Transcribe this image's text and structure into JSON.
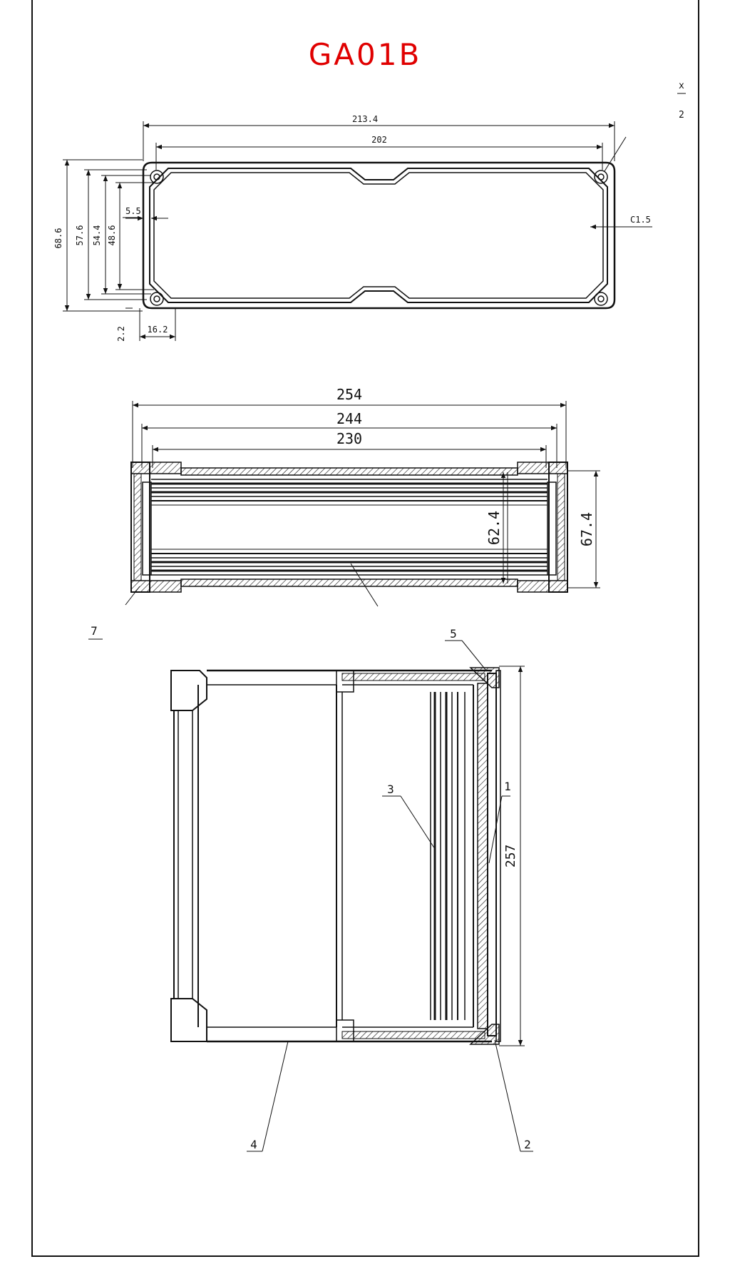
{
  "title": "GA01B",
  "corner_marks": [
    "x",
    "2"
  ],
  "top_view": {
    "dims": {
      "overall_width": "213.4",
      "hole_spacing": "202",
      "overall_height": "68.6",
      "inner_height_1": "57.6",
      "inner_height_2": "54.4",
      "inner_height_3": "48.6",
      "wall_offset": "5.5",
      "chamfer": "C1.5",
      "corner_offset": "2.2",
      "corner_width": "16.2"
    }
  },
  "side_view": {
    "dims": {
      "overall_length": "254",
      "length_2": "244",
      "length_3": "230",
      "inner_height": "62.4",
      "outer_height": "67.4"
    },
    "callouts": {
      "part_7": "7"
    }
  },
  "front_view": {
    "dims": {
      "total_height": "257"
    },
    "callouts": {
      "part_5": "5",
      "part_3": "3",
      "part_1": "1",
      "part_4": "4",
      "part_2": "2"
    }
  },
  "colors": {
    "title": "#e00000",
    "line": "#111111"
  }
}
